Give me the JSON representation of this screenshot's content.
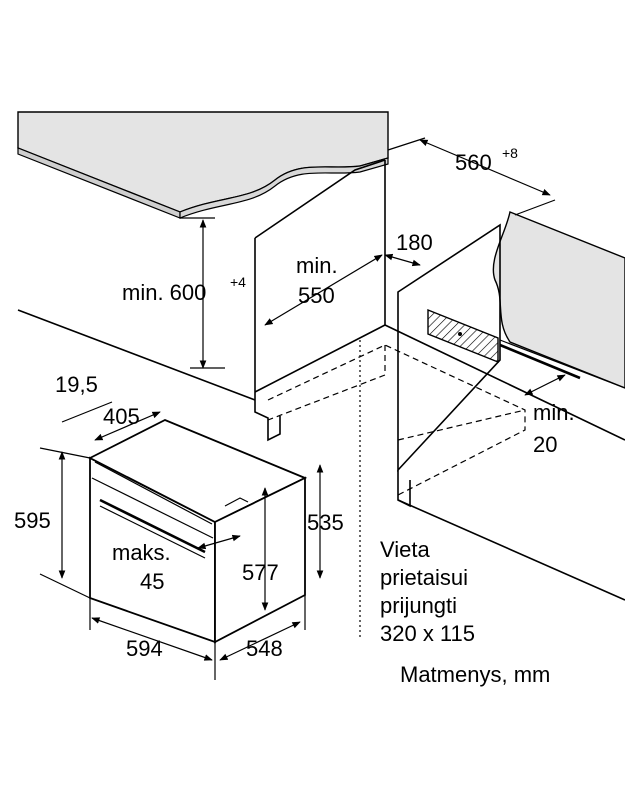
{
  "dimensions": {
    "top_width": "560",
    "top_width_tol": "+8",
    "niche_height": "min. 600",
    "niche_height_tol": "+4",
    "niche_depth_line1": "min.",
    "niche_depth_line2": "550",
    "vent_depth": "180",
    "gap_line1": "min.",
    "gap_line2": "20",
    "front_offset": "19,5",
    "front_depth": "405",
    "oven_height": "595",
    "handle_line1": "maks.",
    "handle_line2": "45",
    "body_height": "577",
    "niche_inner": "535",
    "oven_width": "594",
    "oven_depth": "548"
  },
  "connection_note": {
    "line1": "Vieta",
    "line2": "prietaisui",
    "line3": "prijungti",
    "line4": "320 x 115"
  },
  "units_caption": "Matmenys, mm"
}
